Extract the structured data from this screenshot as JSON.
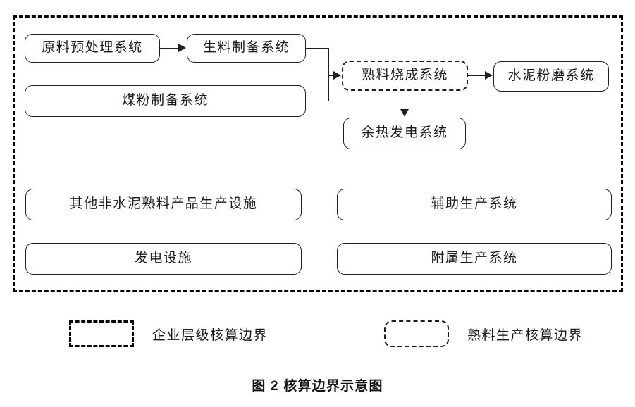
{
  "figure": {
    "caption": "图 2  核算边界示意图"
  },
  "boundaries": {
    "enterprise": {
      "name": "企业层级核算边界",
      "style": "dashed-thick"
    },
    "clinker": {
      "name": "熟料生产核算边界",
      "style": "dashed-rounded"
    }
  },
  "nodes": {
    "raw_material_pretreatment": "原料预处理系统",
    "raw_meal_preparation": "生料制备系统",
    "coal_powder_preparation": "煤粉制备系统",
    "clinker_calcination": "熟料烧成系统",
    "cement_grinding": "水泥粉磨系统",
    "waste_heat_power": "余热发电系统",
    "other_non_cement_clinker_facilities": "其他非水泥熟料产品生产设施",
    "auxiliary_production": "辅助生产系统",
    "power_generation_facilities": "发电设施",
    "ancillary_production": "附属生产系统"
  },
  "flows": [
    {
      "from": "原料预处理系统",
      "to": "生料制备系统"
    },
    {
      "from": "生料制备系统",
      "to": "熟料烧成系统"
    },
    {
      "from": "煤粉制备系统",
      "to": "熟料烧成系统"
    },
    {
      "from": "熟料烧成系统",
      "to": "水泥粉磨系统"
    },
    {
      "from": "熟料烧成系统",
      "to": "余热发电系统"
    }
  ],
  "legend": [
    {
      "label": "企业层级核算边界",
      "swatch": "dashed-thick-rect"
    },
    {
      "label": "熟料生产核算边界",
      "swatch": "dashed-rounded-rect"
    }
  ],
  "colors": {
    "stroke": "#231f20",
    "boundary": "#000000",
    "text": "#1b1b1b",
    "background": "#ffffff"
  }
}
